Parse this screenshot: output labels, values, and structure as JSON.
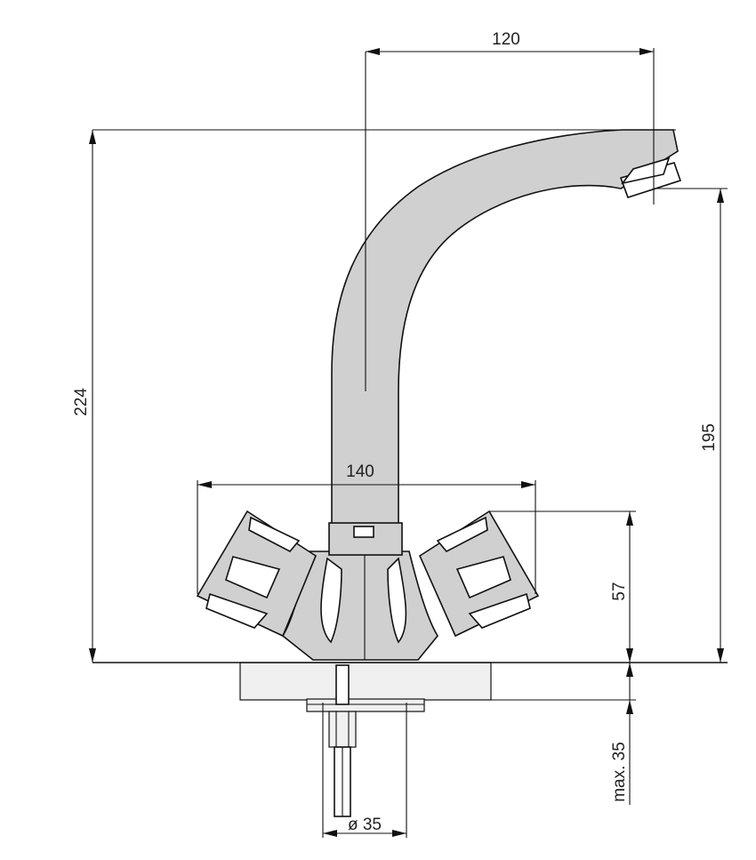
{
  "dimensions": {
    "spout_reach": "120",
    "total_height": "224",
    "spout_height": "195",
    "handle_span": "140",
    "body_height": "57",
    "max_counter_thickness": "max. 35",
    "hole_diameter": "ø 35"
  },
  "colors": {
    "fill": "#d0d0d0",
    "line": "#111111"
  }
}
